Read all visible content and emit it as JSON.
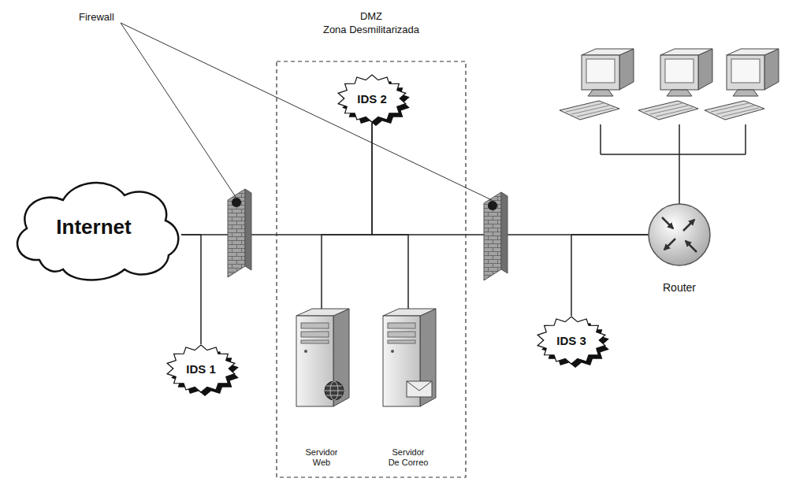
{
  "diagram": {
    "nodes": [
      {
        "text": [
          "Internet"
        ]
      },
      {
        "text": [
          "IDS 1"
        ]
      },
      {
        "text": [
          "DMZ",
          "Zona Desmilitarizada"
        ]
      },
      {
        "text": [
          "IDS 2"
        ],
        "in": 2
      },
      {
        "text": [
          "Servidor Web"
        ],
        "in": 2
      },
      {
        "text": [
          "Servidor De Correo"
        ],
        "in": 2
      },
      {
        "text": [
          "IDS 3"
        ]
      },
      {
        "text": [
          "Router"
        ]
      }
    ],
    "edges": [
      {
        "from": 0,
        "to": 1,
        "arrow": "none"
      },
      {
        "from": 3,
        "to": 4,
        "arrow": "none"
      },
      {
        "from": 3,
        "to": 5,
        "arrow": "none"
      },
      {
        "from": 7,
        "to": 6,
        "arrow": "none"
      }
    ],
    "labels": [
      "Firewall"
    ]
  }
}
